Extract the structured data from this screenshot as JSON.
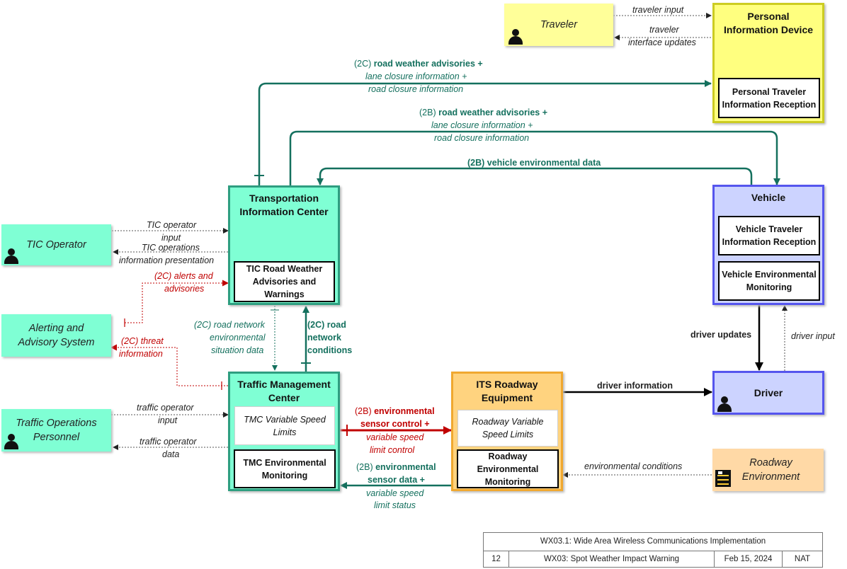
{
  "entities": {
    "traveler": {
      "label": "Traveler"
    },
    "pid": {
      "title": "Personal Information Device",
      "sub": "Personal Traveler Information Reception"
    },
    "tic": {
      "title": "Transportation Information Center",
      "sub": "TIC Road Weather Advisories and Warnings"
    },
    "vehicle": {
      "title": "Vehicle",
      "sub1": "Vehicle Traveler Information Reception",
      "sub2": "Vehicle Environmental Monitoring"
    },
    "tic_operator": {
      "label": "TIC Operator"
    },
    "alerting": {
      "label": "Alerting and Advisory System"
    },
    "tmc": {
      "title": "Traffic Management Center",
      "sub1": "TMC Variable Speed Limits",
      "sub2": "TMC Environmental Monitoring"
    },
    "its": {
      "title": "ITS Roadway Equipment",
      "sub1": "Roadway Variable Speed Limits",
      "sub2": "Roadway Environmental Monitoring"
    },
    "driver": {
      "title": "Driver"
    },
    "traffic_ops": {
      "label": "Traffic Operations Personnel"
    },
    "roadway_env": {
      "label": "Roadway Environment"
    }
  },
  "flows": {
    "traveler_input": "traveler input",
    "traveler_updates_1": "traveler",
    "traveler_updates_2": "interface updates",
    "f2c_adv_1": "(2C)",
    "f2c_adv_1b": "road weather advisories +",
    "f2c_adv_2": "lane closure information +",
    "f2c_adv_3": "road closure information",
    "f2b_adv_1": "(2B)",
    "f2b_adv_1b": "road weather advisories +",
    "f2b_adv_2": "lane closure information +",
    "f2b_adv_3": "road closure information",
    "f2b_veh": "(2B) vehicle environmental data",
    "tic_op_input_1": "TIC operator",
    "tic_op_input_2": "input",
    "tic_op_pres_1": "TIC operations",
    "tic_op_pres_2": "information presentation",
    "alerts_1": "(2C) alerts and",
    "alerts_2": "advisories",
    "threat_1": "(2C) threat",
    "threat_2": "information",
    "rnesd_1": "(2C) road network",
    "rnesd_2": "environmental",
    "rnesd_3": "situation data",
    "rnc_1": "(2C) road",
    "rnc_2": "network",
    "rnc_3": "conditions",
    "top_input_1": "traffic operator",
    "top_input_2": "input",
    "top_data_1": "traffic operator",
    "top_data_2": "data",
    "esc_1": "(2B)",
    "esc_1b": "environmental",
    "esc_2": "sensor control +",
    "esc_3": "variable speed",
    "esc_4": "limit control",
    "esd_1": "(2B)",
    "esd_1b": "environmental",
    "esd_2": "sensor data +",
    "esd_3": "variable speed",
    "esd_4": "limit status",
    "driver_info": "driver information",
    "driver_updates": "driver updates",
    "driver_input": "driver input",
    "env_conditions": "environmental conditions"
  },
  "footer": {
    "title": "WX03.1: Wide Area Wireless Communications Implementation",
    "page": "12",
    "name": "WX03: Spot Weather Impact Warning",
    "date": "Feb 15, 2024",
    "org": "NAT"
  }
}
